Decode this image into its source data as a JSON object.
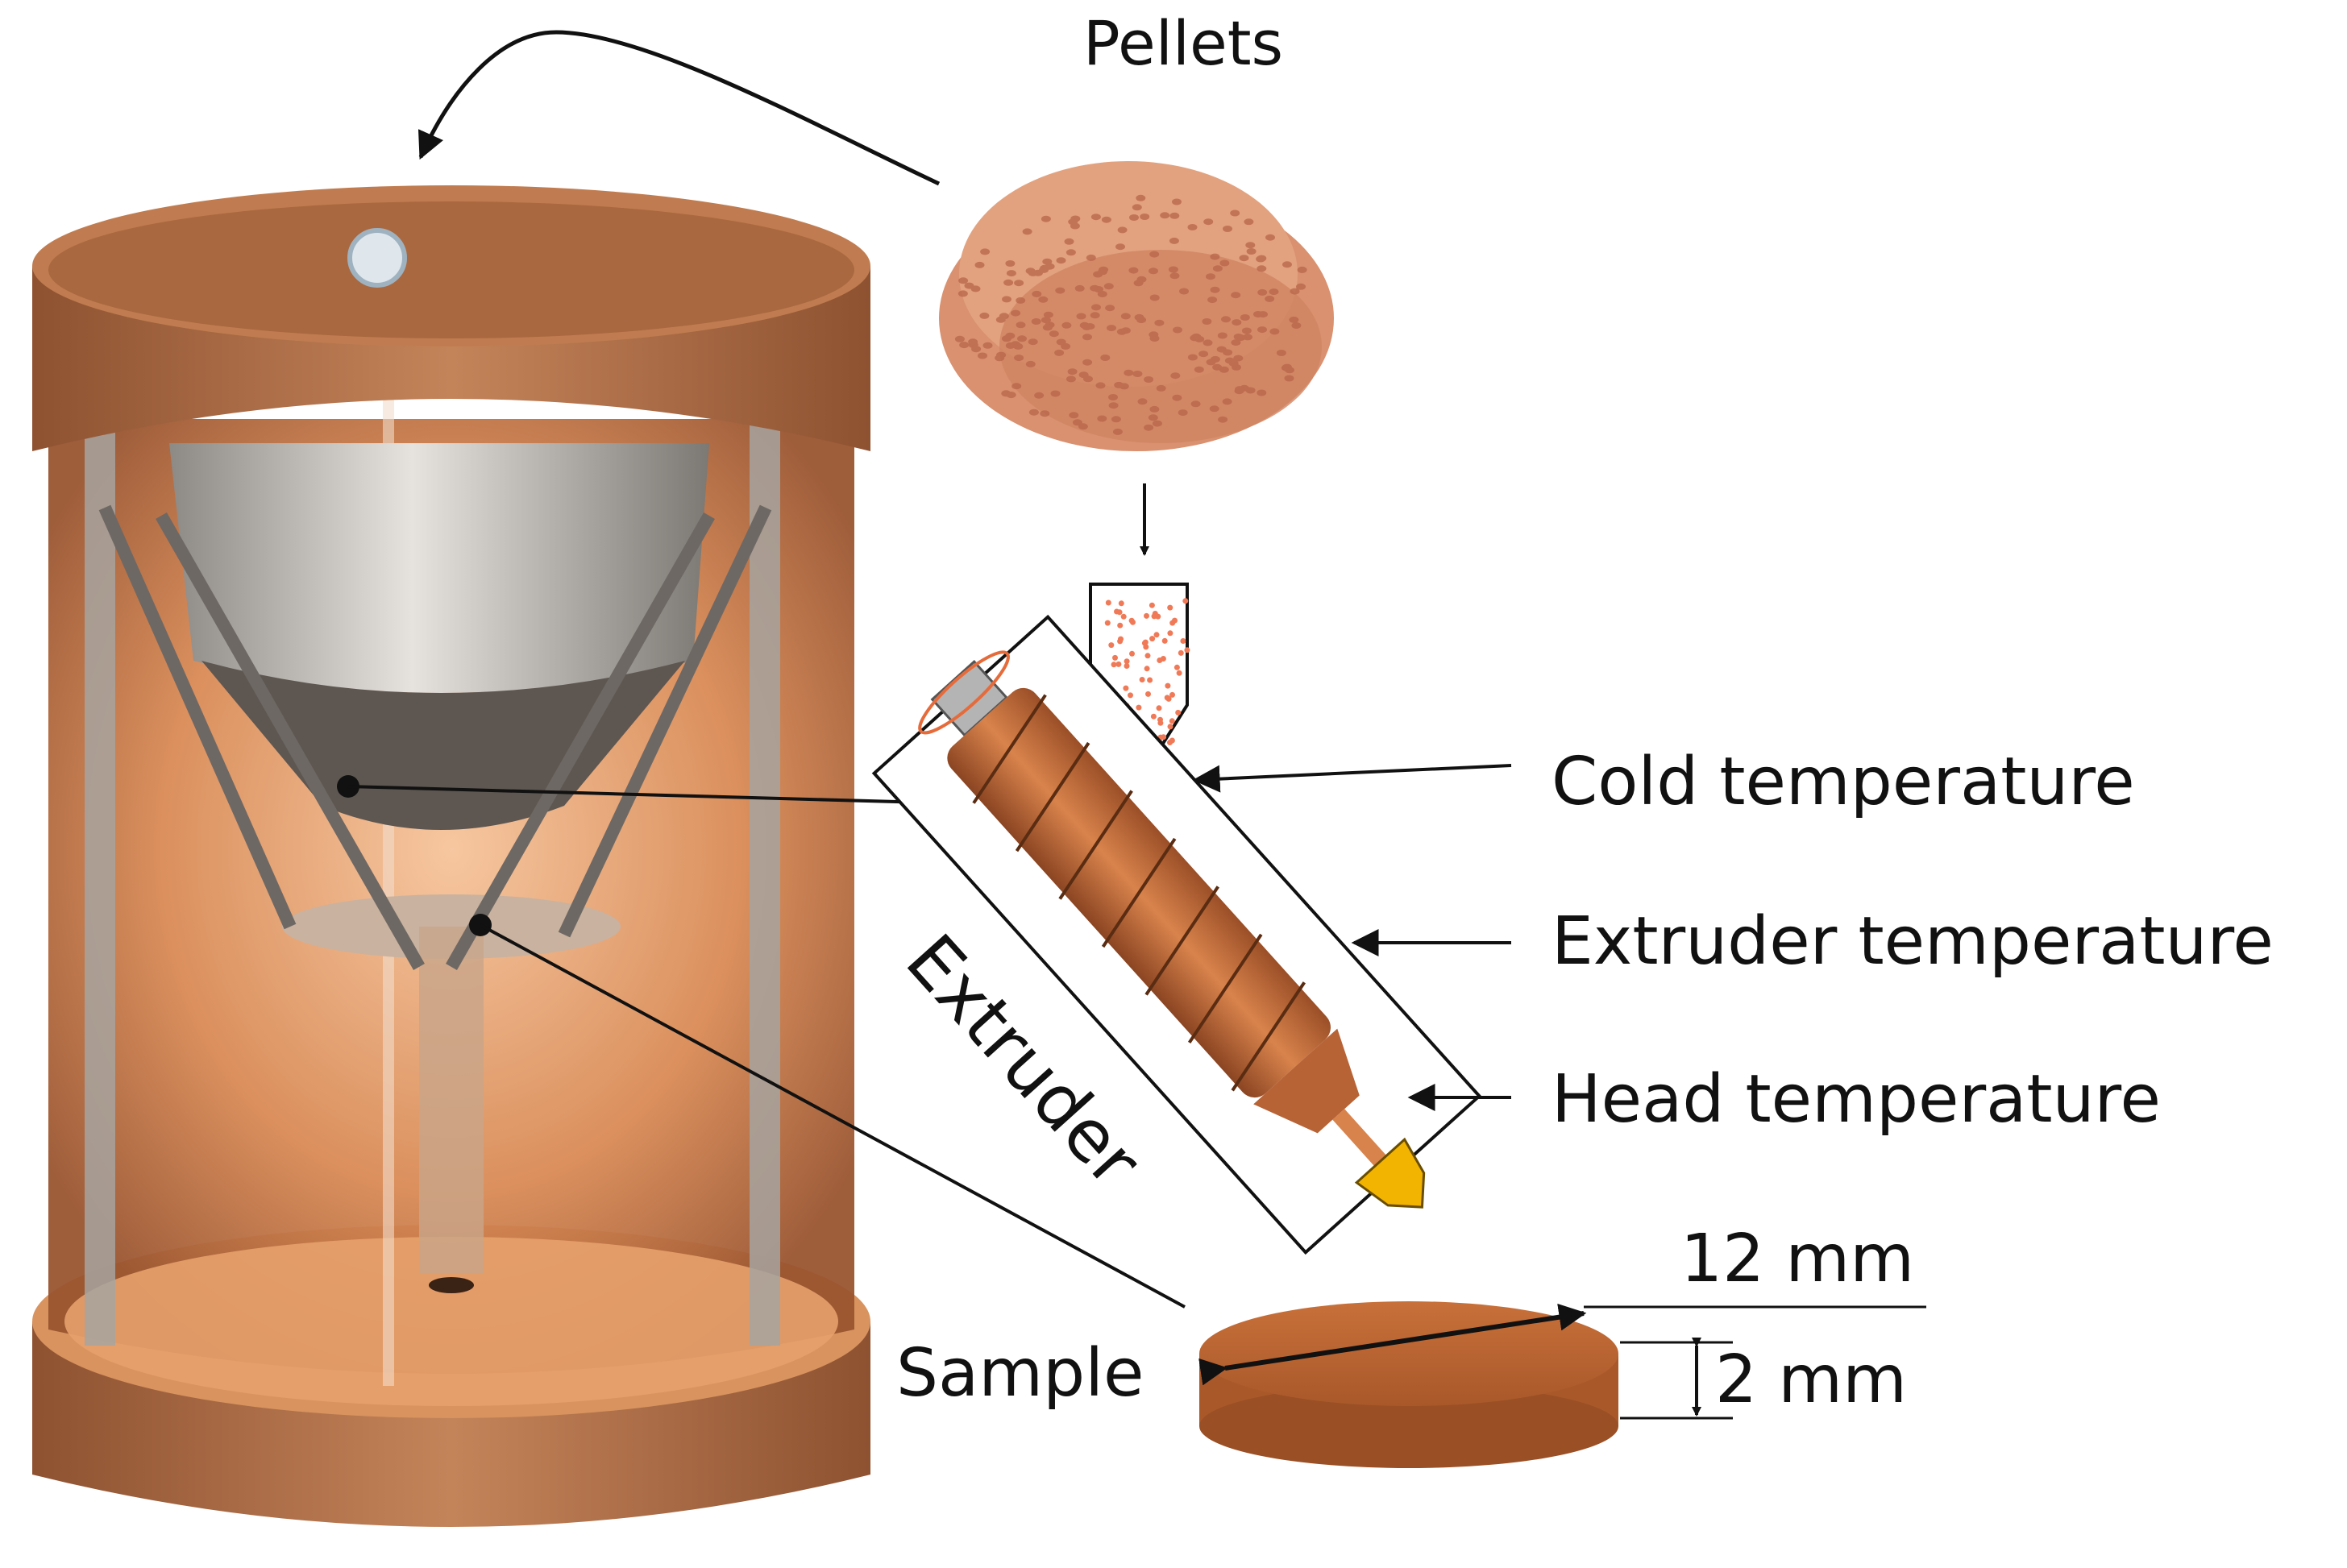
{
  "labels": {
    "pellets": "Pellets",
    "cold": "Cold temperature",
    "extruder_temp": "Extruder temperature",
    "head": "Head temperature",
    "extruder": "Extruder",
    "sample": "Sample",
    "diameter": "12 mm",
    "thickness": "2 mm"
  },
  "colors": {
    "copper": "#c9703c",
    "copper_dark": "#8f4a22",
    "wood": "#b9764c",
    "enclosure_glow": "#e8a472",
    "hopper_silver": "#c8c4c0",
    "nozzle_yellow": "#f2b400",
    "line": "#111111"
  },
  "icons": {
    "arrow": "arrow-icon"
  }
}
